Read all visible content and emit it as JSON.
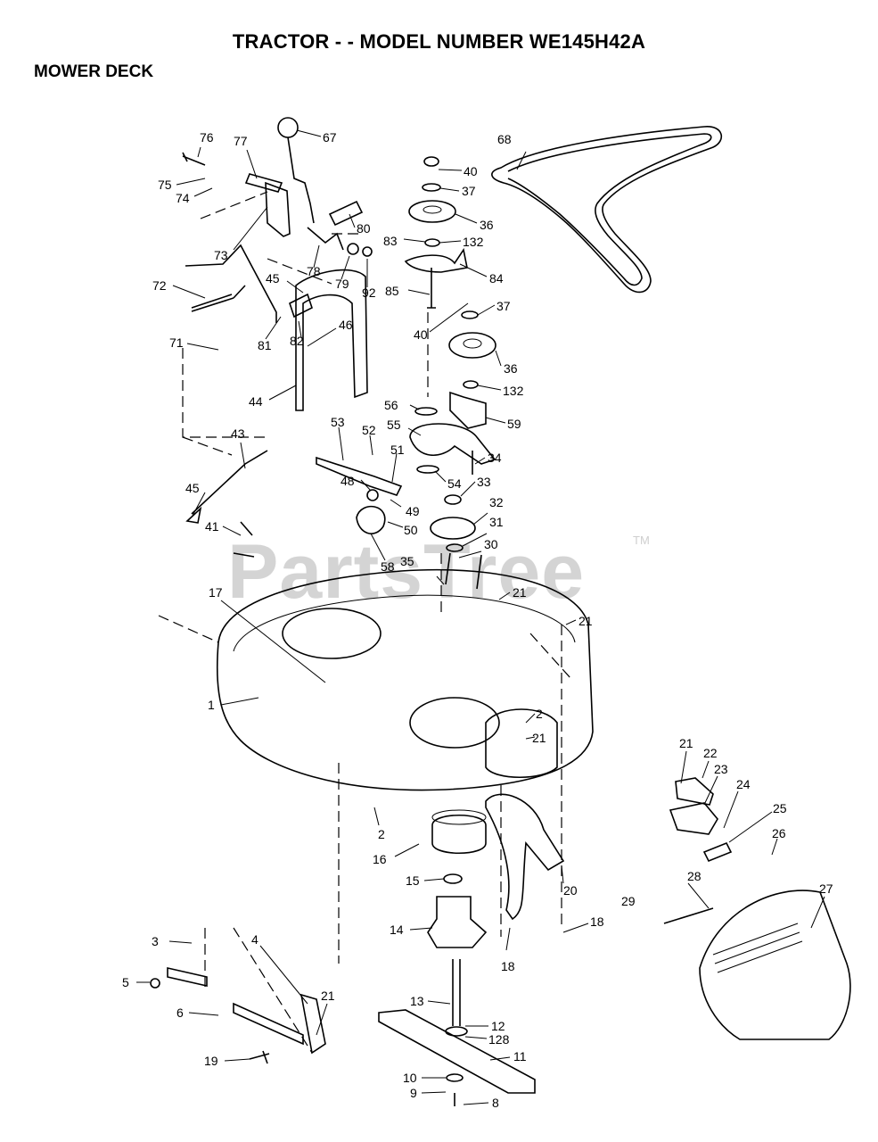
{
  "title": "TRACTOR - - MODEL NUMBER WE145H42A",
  "subtitle": "MOWER DECK",
  "watermark": "PartsTree",
  "watermark_tm": "TM",
  "callouts": [
    {
      "id": "c76",
      "text": "76"
    },
    {
      "id": "c77",
      "text": "77"
    },
    {
      "id": "c67",
      "text": "67"
    },
    {
      "id": "c75",
      "text": "75"
    },
    {
      "id": "c74",
      "text": "74"
    },
    {
      "id": "c73",
      "text": "73"
    },
    {
      "id": "c80",
      "text": "80"
    },
    {
      "id": "c78",
      "text": "78"
    },
    {
      "id": "c79",
      "text": "79"
    },
    {
      "id": "c92",
      "text": "92"
    },
    {
      "id": "c72",
      "text": "72"
    },
    {
      "id": "c45a",
      "text": "45"
    },
    {
      "id": "c81",
      "text": "81"
    },
    {
      "id": "c82",
      "text": "82"
    },
    {
      "id": "c46",
      "text": "46"
    },
    {
      "id": "c71",
      "text": "71"
    },
    {
      "id": "c44",
      "text": "44"
    },
    {
      "id": "c43",
      "text": "43"
    },
    {
      "id": "c45b",
      "text": "45"
    },
    {
      "id": "c41",
      "text": "41"
    },
    {
      "id": "c53",
      "text": "53"
    },
    {
      "id": "c52",
      "text": "52"
    },
    {
      "id": "c48",
      "text": "48"
    },
    {
      "id": "c49",
      "text": "49"
    },
    {
      "id": "c50",
      "text": "50"
    },
    {
      "id": "c58",
      "text": "58"
    },
    {
      "id": "c51",
      "text": "51"
    },
    {
      "id": "c55",
      "text": "55"
    },
    {
      "id": "c56",
      "text": "56"
    },
    {
      "id": "c54",
      "text": "54"
    },
    {
      "id": "c40a",
      "text": "40"
    },
    {
      "id": "c37a",
      "text": "37"
    },
    {
      "id": "c36a",
      "text": "36"
    },
    {
      "id": "c83",
      "text": "83"
    },
    {
      "id": "c132a",
      "text": "132"
    },
    {
      "id": "c84",
      "text": "84"
    },
    {
      "id": "c85",
      "text": "85"
    },
    {
      "id": "c40b",
      "text": "40"
    },
    {
      "id": "c37b",
      "text": "37"
    },
    {
      "id": "c36b",
      "text": "36"
    },
    {
      "id": "c132b",
      "text": "132"
    },
    {
      "id": "c59",
      "text": "59"
    },
    {
      "id": "c34",
      "text": "34"
    },
    {
      "id": "c33",
      "text": "33"
    },
    {
      "id": "c32",
      "text": "32"
    },
    {
      "id": "c31",
      "text": "31"
    },
    {
      "id": "c30",
      "text": "30"
    },
    {
      "id": "c35",
      "text": "35"
    },
    {
      "id": "c21a",
      "text": "21"
    },
    {
      "id": "c21b",
      "text": "21"
    },
    {
      "id": "c68",
      "text": "68"
    },
    {
      "id": "c17",
      "text": "17"
    },
    {
      "id": "c1",
      "text": "1"
    },
    {
      "id": "c2a",
      "text": "2"
    },
    {
      "id": "c21c",
      "text": "21"
    },
    {
      "id": "c2b",
      "text": "2"
    },
    {
      "id": "c16",
      "text": "16"
    },
    {
      "id": "c15",
      "text": "15"
    },
    {
      "id": "c14",
      "text": "14"
    },
    {
      "id": "c20",
      "text": "20"
    },
    {
      "id": "c18a",
      "text": "18"
    },
    {
      "id": "c18b",
      "text": "18"
    },
    {
      "id": "c13",
      "text": "13"
    },
    {
      "id": "c12",
      "text": "12"
    },
    {
      "id": "c128",
      "text": "128"
    },
    {
      "id": "c11",
      "text": "11"
    },
    {
      "id": "c10",
      "text": "10"
    },
    {
      "id": "c9",
      "text": "9"
    },
    {
      "id": "c8",
      "text": "8"
    },
    {
      "id": "c3",
      "text": "3"
    },
    {
      "id": "c4",
      "text": "4"
    },
    {
      "id": "c5",
      "text": "5"
    },
    {
      "id": "c6",
      "text": "6"
    },
    {
      "id": "c21d",
      "text": "21"
    },
    {
      "id": "c19",
      "text": "19"
    },
    {
      "id": "c21e",
      "text": "21"
    },
    {
      "id": "c22",
      "text": "22"
    },
    {
      "id": "c23",
      "text": "23"
    },
    {
      "id": "c24",
      "text": "24"
    },
    {
      "id": "c25",
      "text": "25"
    },
    {
      "id": "c26",
      "text": "26"
    },
    {
      "id": "c28",
      "text": "28"
    },
    {
      "id": "c29",
      "text": "29"
    },
    {
      "id": "c27",
      "text": "27"
    }
  ]
}
